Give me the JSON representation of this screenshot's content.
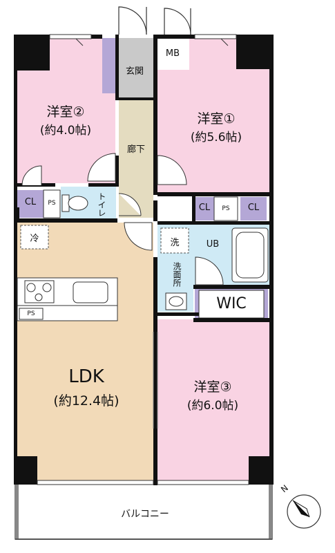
{
  "rooms": {
    "western2": {
      "name": "洋室②",
      "size": "(約4.0帖)"
    },
    "western1": {
      "name": "洋室①",
      "size": "(約5.6帖)"
    },
    "western3": {
      "name": "洋室③",
      "size": "(約6.0帖)"
    },
    "ldk": {
      "name": "LDK",
      "size": "(約12.4帖)"
    }
  },
  "labels": {
    "entrance": "玄関",
    "mb": "MB",
    "hallway": "廊下",
    "toilet": "トイレ",
    "closet_left": "CL",
    "ps_left": "PS",
    "closet_mid": "CL",
    "ps_mid": "PS",
    "closet_right": "CL",
    "fridge": "冷",
    "washer": "洗",
    "unit_bath": "UB",
    "washroom": "洗面所",
    "wic": "WIC",
    "ps_kitchen": "PS",
    "balcony": "バルコニー",
    "north": "N"
  },
  "colors": {
    "bedroom": "#f9d3e3",
    "ldk": "#f2dab8",
    "entrance": "#c9c9c9",
    "hallway": "#e4dcc0",
    "wet_area": "#cfeaf5",
    "closet": "#b4a7d6",
    "wall": "#111111"
  }
}
